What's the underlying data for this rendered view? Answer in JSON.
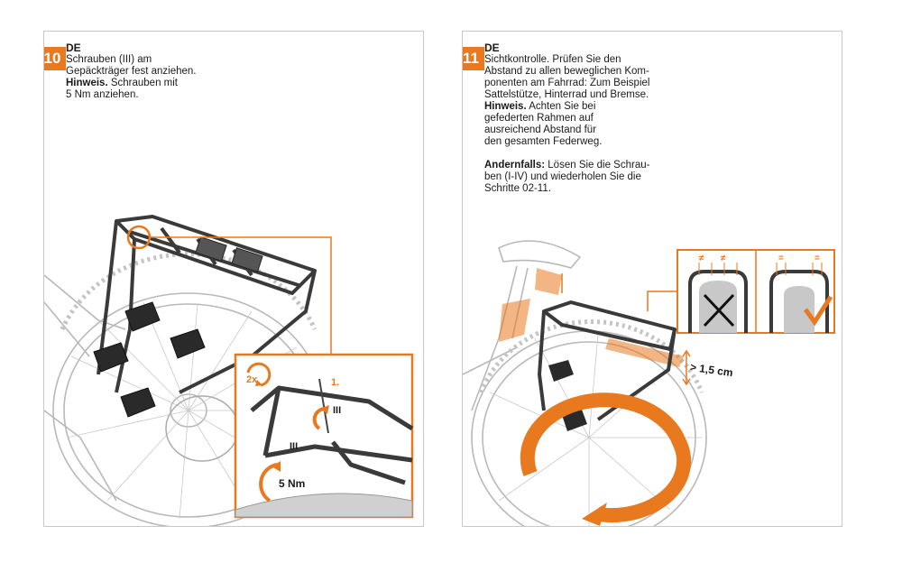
{
  "step10": {
    "number": "10",
    "lang": "DE",
    "line1": "Schrauben (III) am",
    "line2": "Gepäckträger fest anziehen.",
    "hint_label": "Hinweis.",
    "hint_text": " Schrauben mit",
    "line4": "5 Nm anziehen.",
    "callouts": {
      "times": "2x",
      "step": "1.",
      "screw_a": "III",
      "screw_b": "III",
      "torque": "5 Nm"
    }
  },
  "step11": {
    "number": "11",
    "lang": "DE",
    "lines": [
      "Sichtkontrolle. Prüfen Sie den",
      "Abstand zu allen beweglichen Kom-",
      "ponenten am Fahrrad: Zum Beispiel",
      "Sattelstütze, Hinterrad und Bremse."
    ],
    "hint_label": "Hinweis.",
    "hint_lines": [
      " Achten Sie bei",
      "gefederten Rahmen auf",
      "ausreichend Abstand für",
      "den gesamten Federweg."
    ],
    "else_label": "Andernfalls:",
    "else_lines": [
      " Lösen Sie die Schrau-",
      "ben (I-IV) und wiederholen Sie die",
      "Schritte 02-11."
    ],
    "callouts": {
      "clearance": "> 1,5 cm",
      "not_equal_a": "≠",
      "not_equal_b": "≠",
      "equal_a": "=",
      "equal_b": "="
    }
  },
  "colors": {
    "accent": "#e8791f",
    "line": "#333333",
    "light": "#b5b5b5"
  },
  "icons": [
    "rotate-arrow-icon",
    "cross-icon",
    "check-icon",
    "wheel-rotation-arrow-icon"
  ]
}
